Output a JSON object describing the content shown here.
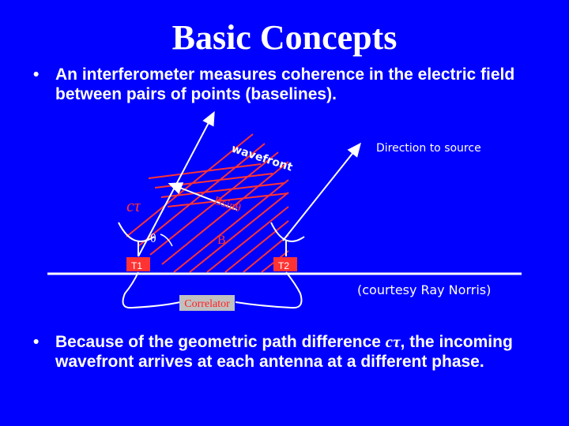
{
  "title": "Basic Concepts",
  "bullets": [
    {
      "text": "An interferometer measures coherence in the electric field between pairs of points (baselines)."
    },
    {
      "pre": "Because of the geometric path difference ",
      "ct": "cτ",
      "post": ", the incoming wavefront arrives at each antenna at a different phase."
    }
  ],
  "diagram": {
    "wavefront_label": "wavefront",
    "direction_label": "Direction to source",
    "ct_label": "cτ",
    "bsin_label": "Bsinθ",
    "b_label": "B",
    "theta_label": "θ",
    "t1_label": "T1",
    "t2_label": "T2",
    "correlator_label": "Correlator",
    "courtesy": "(courtesy Ray Norris)"
  },
  "colors": {
    "background": "#0000ff",
    "wavefront_lines": "#ff3333",
    "box_fill": "#ff3333",
    "text": "#ffffff",
    "correlator_fill": "#c0c0c0",
    "correlator_text": "#ff2020"
  }
}
